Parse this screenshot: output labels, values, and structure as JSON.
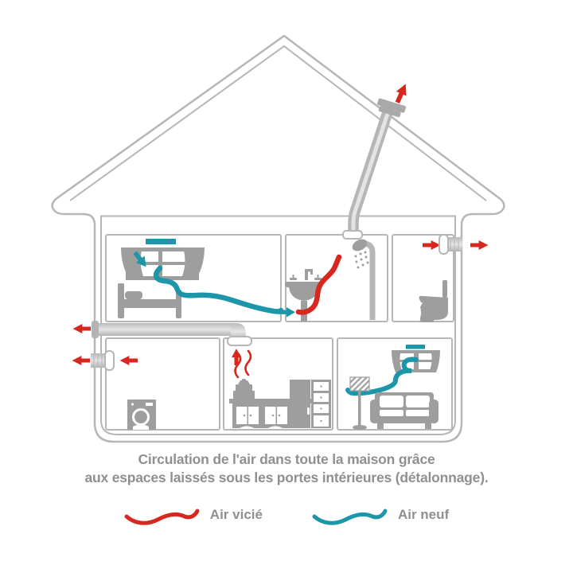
{
  "diagram": {
    "caption_line1": "Circulation de l'air dans toute la maison grâce",
    "caption_line2": "aux espaces laissés sous les portes intérieures (détalonnage)."
  },
  "legend": {
    "items": [
      {
        "label": "Air vicié",
        "color": "#d7281f"
      },
      {
        "label": "Air neuf",
        "color": "#1e96aa"
      }
    ]
  },
  "colors": {
    "exhaust_red": "#d7281f",
    "fresh_teal": "#1e96aa",
    "outline": "#b6b6b6",
    "furniture": "#9e9e9e",
    "duct": "#c7c7c7",
    "text_gray": "#8f8f8f"
  }
}
